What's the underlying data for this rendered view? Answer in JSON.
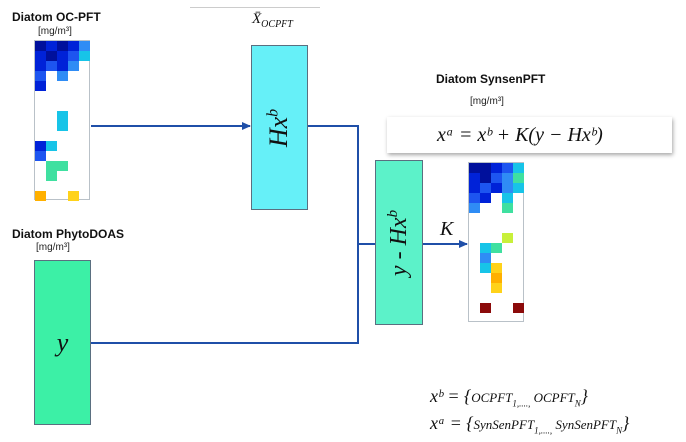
{
  "ocpft": {
    "title": "Diatom OC-PFT",
    "unit": "[mg/m³]"
  },
  "phytodoas": {
    "title": "Diatom PhytoDOAS",
    "unit": "[mg/m³]",
    "box_label": "y"
  },
  "operator": {
    "title": "X̄",
    "title_sub": "OCPFT",
    "box_label": "Hx",
    "box_sup": "b"
  },
  "innovation": {
    "box_label": "y - Hx",
    "box_sup": "b"
  },
  "gain": {
    "label": "K"
  },
  "synsen": {
    "title": "Diatom SynsenPFT",
    "unit": "[mg/m³]",
    "formula": "xᵃ = xᵇ + K(y − Hxᵇ)"
  },
  "definitions": {
    "xb_lhs": "xᵇ = {",
    "xb_items": "OCPFT",
    "xb_sub1": "1,....,",
    "xb_mid": " OCPFT",
    "xb_subN": "N",
    "xb_close": "}",
    "xa_lhs": "xᵃ = {",
    "xa_items": "SynSenPFT",
    "xa_sub1": "1,....,",
    "xa_mid": " SynSenPFT",
    "xa_subN": "N",
    "xa_close": "}"
  },
  "colors": {
    "cyan_box": "#66f0f8",
    "green_box": "#3cf0a6",
    "mint_box": "#5cf2c9",
    "arrow": "#1f4fa8"
  }
}
